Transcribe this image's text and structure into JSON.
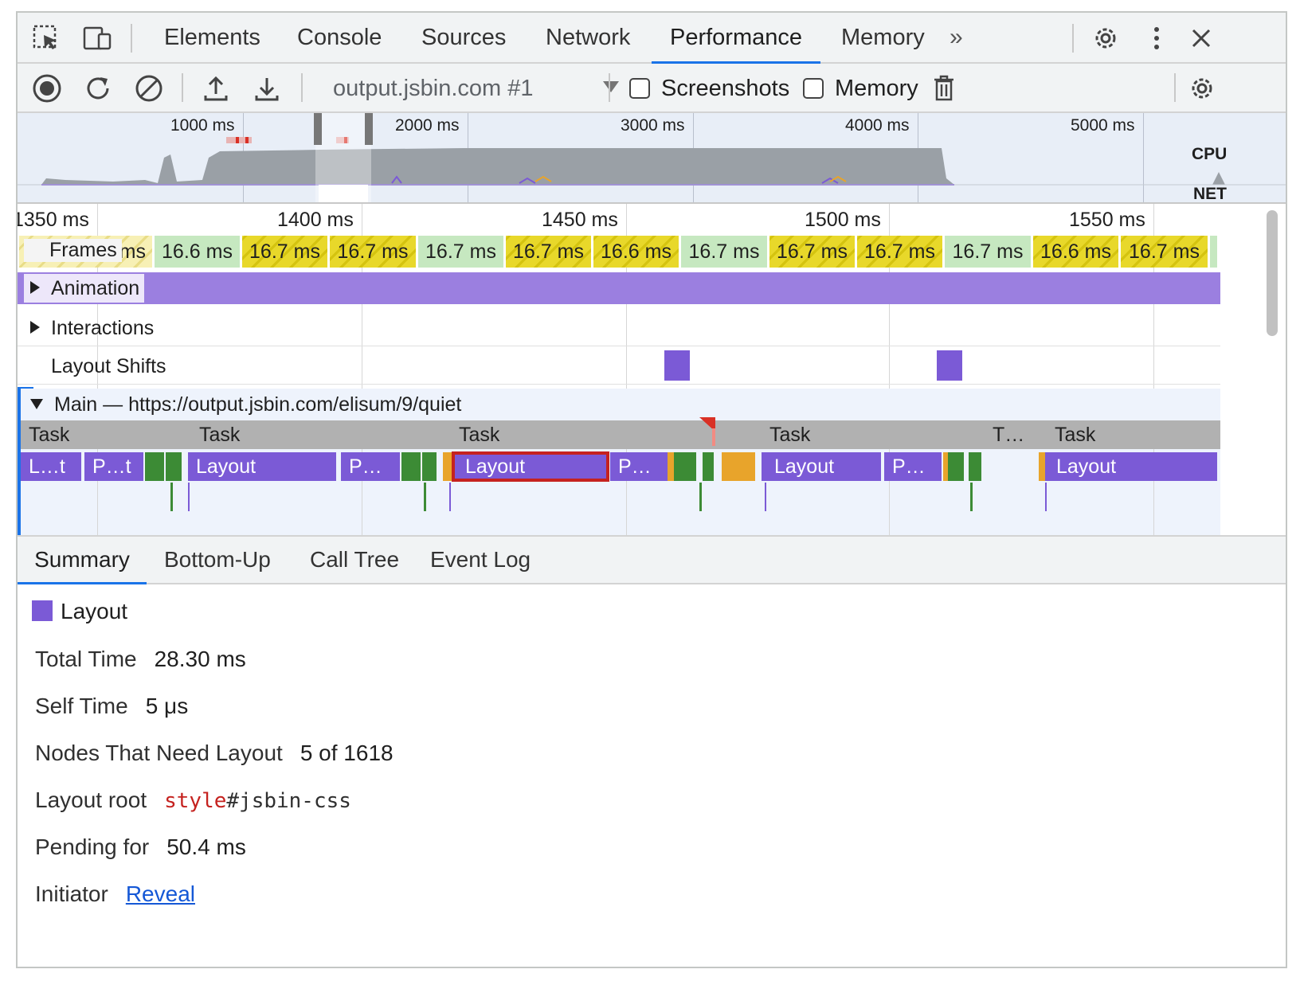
{
  "tabs": {
    "items": [
      "Elements",
      "Console",
      "Sources",
      "Network",
      "Performance",
      "Memory"
    ],
    "active": "Performance",
    "more": "»"
  },
  "toolbar": {
    "recording": "output.jsbin.com #1",
    "screenshots_label": "Screenshots",
    "memory_label": "Memory"
  },
  "overview": {
    "ticks": [
      "1000 ms",
      "2000 ms",
      "3000 ms",
      "4000 ms",
      "5000 ms"
    ],
    "cpu_label": "CPU",
    "net_label": "NET"
  },
  "ruler": {
    "ticks": [
      "1350 ms",
      "1400 ms",
      "1450 ms",
      "1500 ms",
      "1550 ms"
    ]
  },
  "frames": {
    "label": "Frames",
    "first_partial": "ms",
    "items": [
      "16.6 ms",
      "16.7 ms",
      "16.7 ms",
      "16.7 ms",
      "16.7 ms",
      "16.6 ms",
      "16.7 ms",
      "16.7 ms",
      "16.7 ms",
      "16.7 ms",
      "16.6 ms",
      "16.7 ms"
    ]
  },
  "tracks": {
    "animation": "Animation",
    "interactions": "Interactions",
    "layout_shifts": "Layout Shifts",
    "main": "Main — https://output.jsbin.com/elisum/9/quiet"
  },
  "tasks": [
    "Task",
    "Task",
    "Task",
    "Task",
    "T…",
    "Task"
  ],
  "events": {
    "e1": "L…t",
    "e2": "P…t",
    "e3": "Layout",
    "e4": "P…",
    "e5": "Layout",
    "e6": "P…",
    "e7": "Layout",
    "e8": "P…",
    "e9": "Layout"
  },
  "bottom_tabs": {
    "items": [
      "Summary",
      "Bottom-Up",
      "Call Tree",
      "Event Log"
    ],
    "active": "Summary"
  },
  "summary": {
    "title": "Layout",
    "swatch_color": "#7b5ad6",
    "total_time_label": "Total Time",
    "total_time": "28.30 ms",
    "self_time_label": "Self Time",
    "self_time": "5 μs",
    "nodes_label": "Nodes That Need Layout",
    "nodes": "5 of 1618",
    "layout_root_label": "Layout root",
    "layout_root_tag": "style",
    "layout_root_rest": "#jsbin-css",
    "pending_label": "Pending for",
    "pending": "50.4 ms",
    "initiator_label": "Initiator",
    "initiator_link": "Reveal"
  },
  "colors": {
    "accent": "#1a73e8",
    "layout_purple": "#7b5ad6",
    "paint_green": "#3c8b35",
    "script_orange": "#e8a42b",
    "selection_red": "#c5221f",
    "animation_purple": "#9b7fe0"
  }
}
